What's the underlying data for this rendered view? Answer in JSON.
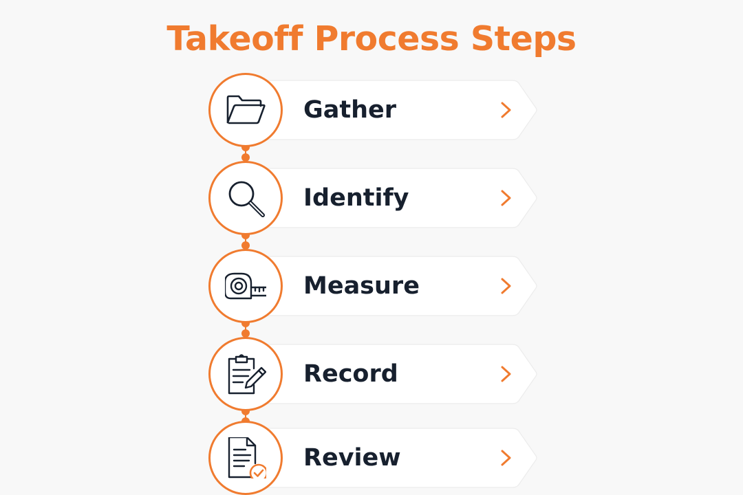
{
  "title": "Takeoff Process Steps",
  "accent_color": "#f07b2f",
  "text_color": "#17202e",
  "steps": [
    {
      "label": "Gather",
      "icon": "folder-icon"
    },
    {
      "label": "Identify",
      "icon": "magnifier-icon"
    },
    {
      "label": "Measure",
      "icon": "tape-measure-icon"
    },
    {
      "label": "Record",
      "icon": "clipboard-pencil-icon"
    },
    {
      "label": "Review",
      "icon": "document-check-icon"
    }
  ]
}
